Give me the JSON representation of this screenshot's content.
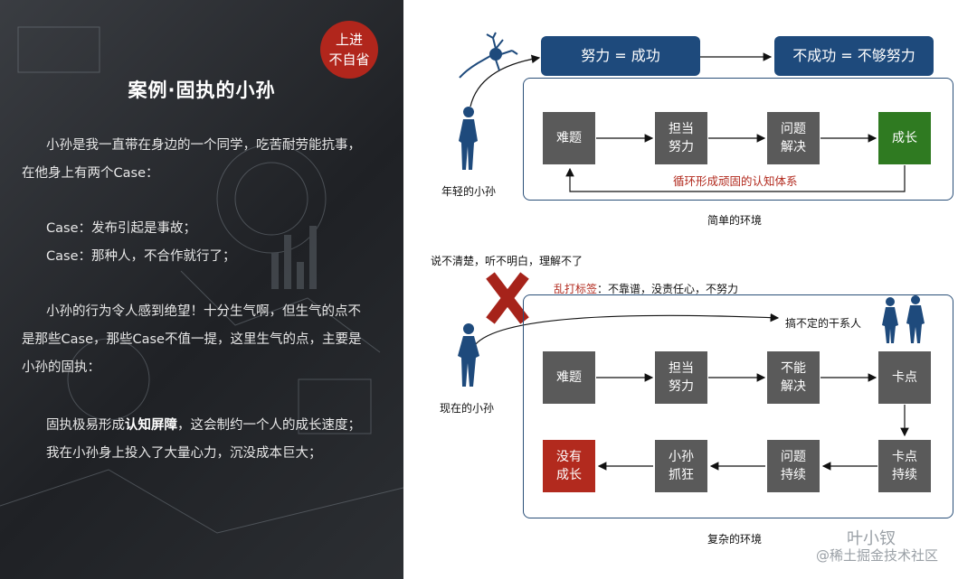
{
  "left": {
    "badge_line1": "上进",
    "badge_line2": "不自省",
    "title": "案例·固执的小孙",
    "p1_line1": "小孙是我一直带在身边的一个同学，吃苦耐劳能抗事，",
    "p1_line2": "在他身上有两个Case：",
    "case1": "Case：发布引起是事故；",
    "case2": "Case：那种人，不合作就行了；",
    "p3_line1": "小孙的行为令人感到绝望！十分生气啊，但生气的点不",
    "p3_line2": "是那些Case，那些Case不值一提，这里生气的点，主要是",
    "p3_line3": "小孙的固执：",
    "p4_prefix": "固执极易形成",
    "p4_bold": "认知屏障",
    "p4_suffix": "，这会制约一个人的成长速度；",
    "p5": "我在小孙身上投入了大量心力，沉没成本巨大；"
  },
  "simple": {
    "belief1": "努力 = 成功",
    "belief2": "不成功 = 不够努力",
    "boxes": [
      "难题",
      "担当\n努力",
      "问题\n解决",
      "成长"
    ],
    "loop_label": "循环形成顽固的认知体系",
    "person_label": "年轻的小孙",
    "caption": "简单的环境"
  },
  "complex": {
    "top_note": "说不清楚，听不明白，理解不了",
    "tag_red": "乱打标签",
    "tag_rest": "：不靠谱，没责任心，不努力",
    "stakeholder": "搞不定的干系人",
    "row1": [
      "难题",
      "担当\n努力",
      "不能\n解决",
      "卡点"
    ],
    "row2": [
      "没有\n成长",
      "小孙\n抓狂",
      "问题\n持续",
      "卡点\n持续"
    ],
    "person_label": "现在的小孙",
    "caption": "复杂的环境"
  },
  "watermark": {
    "line1": "叶小钗",
    "line2": "@稀土掘金技术社区"
  }
}
